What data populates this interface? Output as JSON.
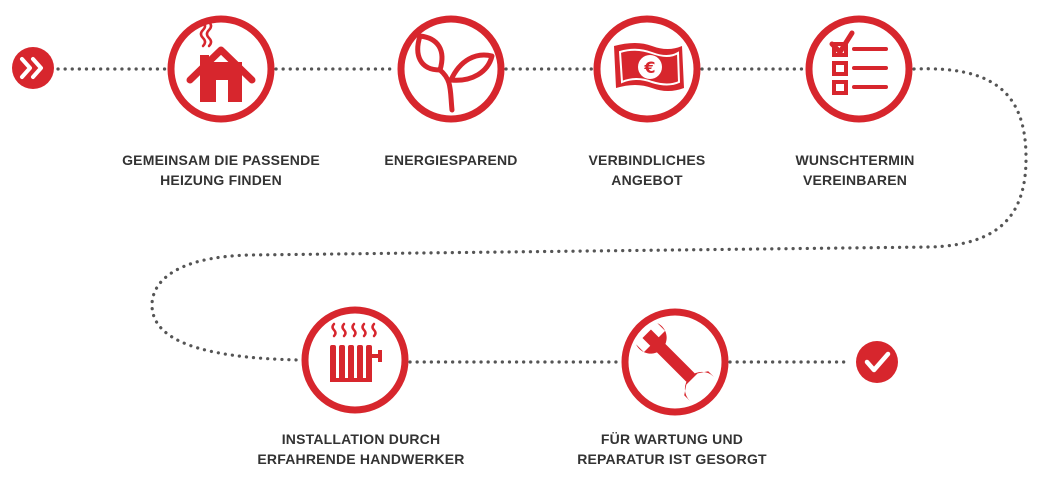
{
  "colors": {
    "accent": "#d7262d",
    "text": "#333333",
    "dots": "#555555"
  },
  "start": {
    "icon": "double-chevron-right-icon"
  },
  "end": {
    "icon": "checkmark-icon"
  },
  "steps": [
    {
      "icon": "house-icon",
      "line1": "GEMEINSAM DIE PASSENDE",
      "line2": "HEIZUNG FINDEN"
    },
    {
      "icon": "sprout-icon",
      "line1": "ENERGIESPAREND",
      "line2": ""
    },
    {
      "icon": "euro-banknote-icon",
      "line1": "VERBINDLICHES",
      "line2": "ANGEBOT"
    },
    {
      "icon": "checklist-icon",
      "line1": "WUNSCHTERMIN",
      "line2": "VEREINBAREN"
    },
    {
      "icon": "radiator-icon",
      "line1": "INSTALLATION DURCH",
      "line2": "ERFAHRENDE HANDWERKER"
    },
    {
      "icon": "wrench-icon",
      "line1": "FÜR WARTUNG UND",
      "line2": "REPARATUR IST GESORGT"
    }
  ]
}
